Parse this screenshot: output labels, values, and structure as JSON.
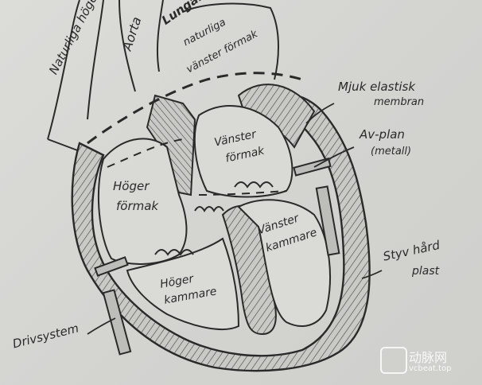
{
  "labels": {
    "naturliga_hoger": "Naturliga höger",
    "aorta": "Aorta",
    "lungar": "Lungar",
    "naturliga_vanster_1": "naturliga",
    "naturliga_vanster_2": "vänster förmak",
    "mjuk_1": "Mjuk elastisk",
    "mjuk_2": "membran",
    "avplan_1": "Av-plan",
    "avplan_2": "(metall)",
    "hoger_formak_1": "Höger",
    "hoger_formak_2": "förmak",
    "vanster_formak_1": "Vänster",
    "vanster_formak_2": "förmak",
    "vanster_kammare_1": "Vänster",
    "vanster_kammare_2": "kammare",
    "hoger_kammare_1": "Höger",
    "hoger_kammare_2": "kammare",
    "styv_1": "Styv hård",
    "styv_2": "plast",
    "drivsystem": "Drivsystem"
  },
  "watermark": {
    "text": "动脉网",
    "url": "vcbeat.top"
  },
  "colors": {
    "ink": "#2a2a2a",
    "paper": "#d6d6d3",
    "hatch": "#555555"
  }
}
